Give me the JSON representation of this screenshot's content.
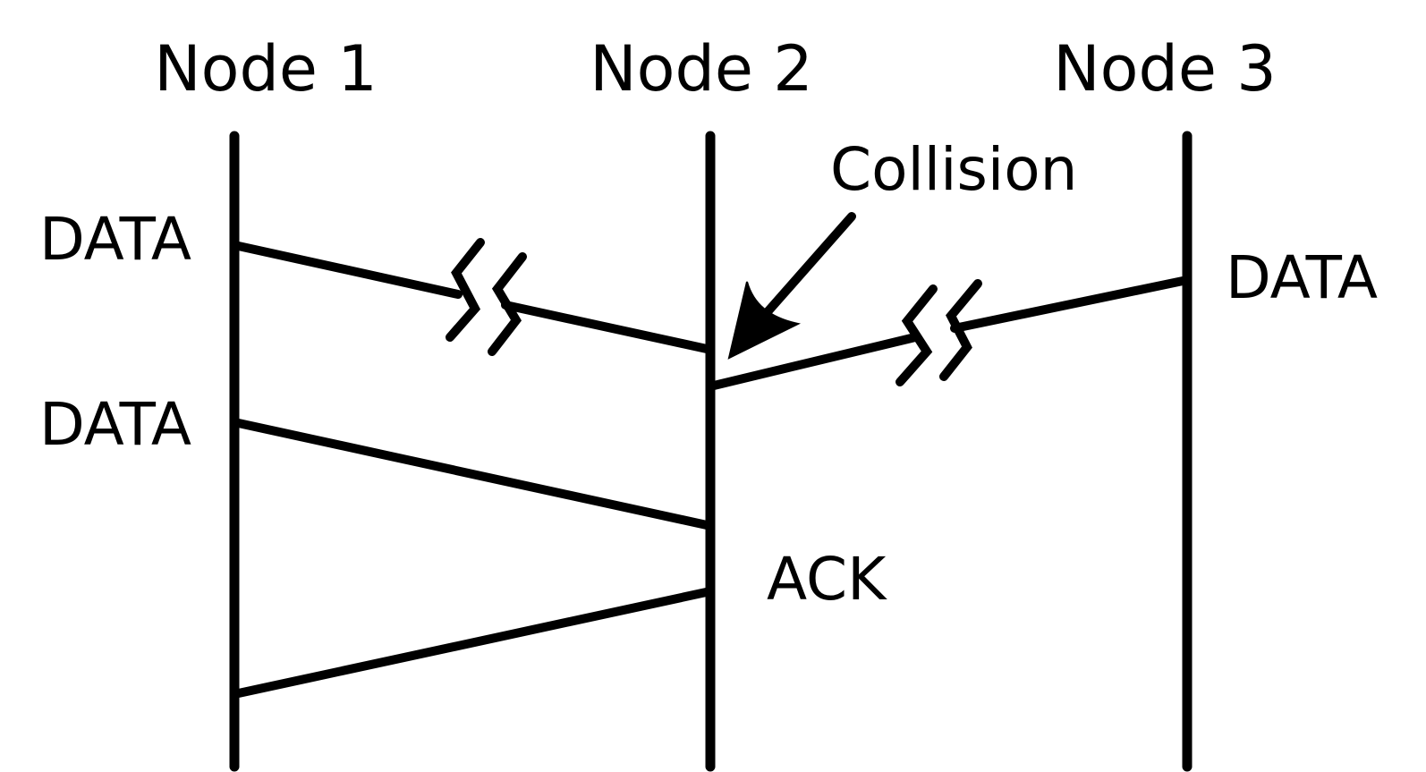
{
  "nodes": [
    {
      "id": "node-1",
      "label": "Node 1"
    },
    {
      "id": "node-2",
      "label": "Node 2"
    },
    {
      "id": "node-3",
      "label": "Node 3"
    }
  ],
  "messages": [
    {
      "id": "data-1",
      "label": "DATA",
      "from": "node-1",
      "to": "node-2",
      "interrupted": true
    },
    {
      "id": "data-3",
      "label": "DATA",
      "from": "node-3",
      "to": "node-2",
      "interrupted": true
    },
    {
      "id": "data-2",
      "label": "DATA",
      "from": "node-1",
      "to": "node-2",
      "interrupted": false
    },
    {
      "id": "ack",
      "label": "ACK",
      "from": "node-2",
      "to": "node-1",
      "interrupted": false
    }
  ],
  "annotation": {
    "label": "Collision",
    "points_to": "node-2"
  },
  "colors": {
    "ink": "#000000",
    "background": "#ffffff"
  }
}
